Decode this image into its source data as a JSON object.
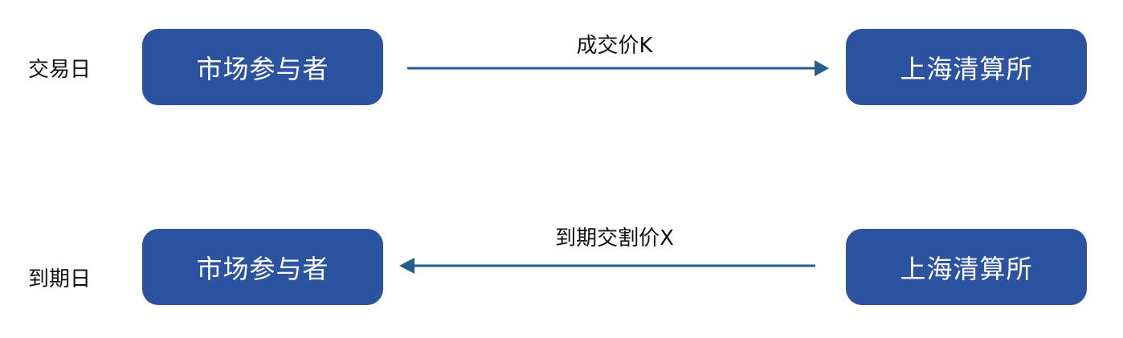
{
  "rows": [
    {
      "day": "交易日",
      "left": "市场参与者",
      "right": "上海清算所",
      "arrow_label": "成交价K",
      "direction": "to-right"
    },
    {
      "day": "到期日",
      "left": "市场参与者",
      "right": "上海清算所",
      "arrow_label": "到期交割价X",
      "direction": "to-left"
    }
  ],
  "colors": {
    "box": "#2b53a0",
    "arrow": "#245d8e"
  }
}
